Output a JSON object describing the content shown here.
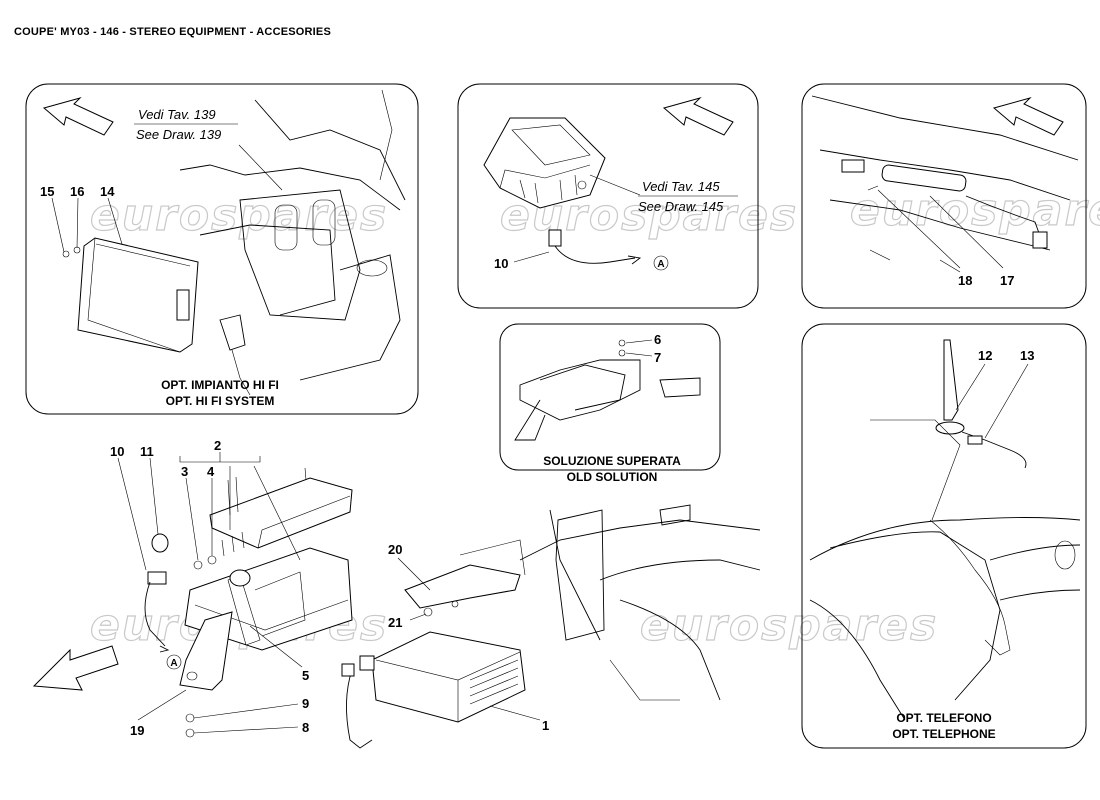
{
  "title": "COUPE' MY03 - 146 - STEREO EQUIPMENT - ACCESORIES",
  "watermark": "eurospares",
  "panels": {
    "hifi": {
      "ref_it": "Vedi Tav. 139",
      "ref_en": "See Draw. 139",
      "caption_it": "OPT. IMPIANTO HI FI",
      "caption_en": "OPT. HI FI SYSTEM"
    },
    "nav": {
      "ref_it": "Vedi Tav. 145",
      "ref_en": "See Draw. 145"
    },
    "old": {
      "caption_it": "SOLUZIONE SUPERATA",
      "caption_en": "OLD SOLUTION"
    },
    "phone": {
      "caption_it": "OPT. TELEFONO",
      "caption_en": "OPT. TELEPHONE"
    }
  },
  "connector_mark": "A",
  "callouts": {
    "c1": "1",
    "c2": "2",
    "c3": "3",
    "c4": "4",
    "c5": "5",
    "c6": "6",
    "c7": "7",
    "c8": "8",
    "c9": "9",
    "c10a": "10",
    "c10b": "10",
    "c11": "11",
    "c12": "12",
    "c13": "13",
    "c14": "14",
    "c15": "15",
    "c16": "16",
    "c17": "17",
    "c18": "18",
    "c19": "19",
    "c20": "20",
    "c21": "21"
  }
}
